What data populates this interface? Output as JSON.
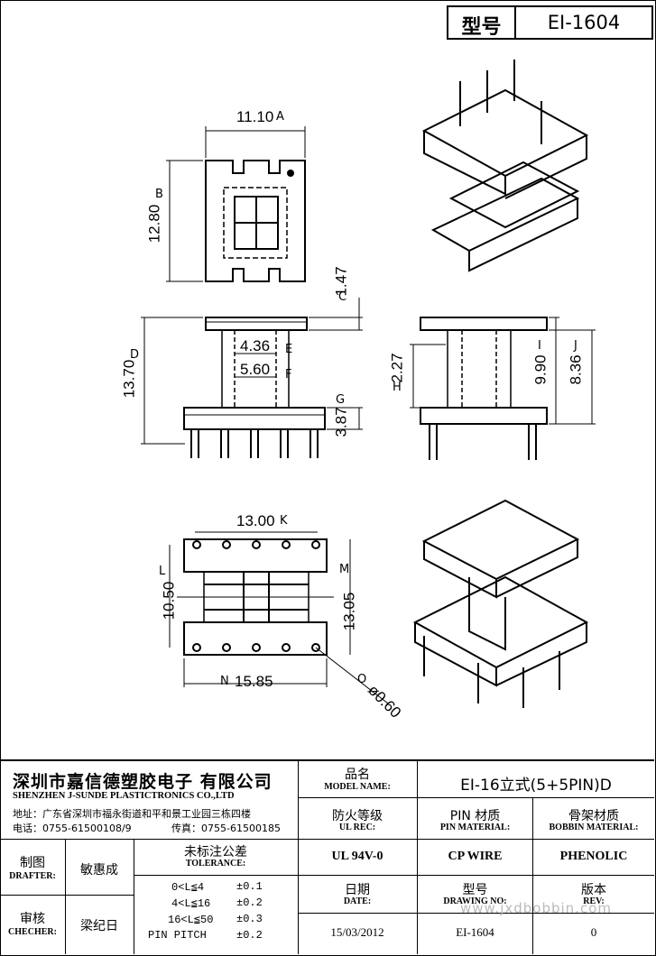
{
  "header": {
    "model_label": "型号",
    "model_value": "EI-1604"
  },
  "dimensions": {
    "a": "11.10",
    "b": "12.80",
    "c": "1.47",
    "d": "13.70",
    "e": "4.36",
    "f": "5.60",
    "g": "3.87",
    "h": "2.27",
    "i": "9.90",
    "j": "8.36",
    "k": "13.00",
    "l": "10.50",
    "m": "13.05",
    "n": "15.85",
    "o": "ø0.60"
  },
  "dimension_markers": [
    "A",
    "B",
    "C",
    "D",
    "E",
    "F",
    "G",
    "H",
    "I",
    "J",
    "K",
    "L",
    "M",
    "N",
    "O"
  ],
  "company": {
    "name_cn": "深圳市嘉信德塑胶电子 有限公司",
    "name_en": "SHENZHEN J-SUNDE PLASTICTRONICS CO.,LTD",
    "address": "地址：广东省深圳市福永街道和平和景工业园三栋四楼",
    "phone": "电话：0755-61500108/9",
    "fax": "传真：0755-61500185"
  },
  "title_block": {
    "model_name_cn": "品名",
    "model_name_en": "MODEL NAME:",
    "model_name_value": "EI-16立式(5+5PIN)D",
    "ul_rec_cn": "防火等级",
    "ul_rec_en": "UL REC:",
    "ul_rec_value": "UL 94V-0",
    "pin_material_cn": "PIN 材质",
    "pin_material_en": "PIN MATERIAL:",
    "pin_material_value": "CP WIRE",
    "bobbin_material_cn": "骨架材质",
    "bobbin_material_en": "BOBBIN MATERIAL:",
    "bobbin_material_value": "PHENOLIC",
    "drafter_cn": "制图",
    "drafter_en": "DRAFTER:",
    "drafter_value": "敏惠成",
    "checker_cn": "审核",
    "checker_en": "CHECHER:",
    "checker_value": "梁纪日",
    "tolerance_cn": "未标注公差",
    "tolerance_en": "TOLERANCE:",
    "tolerances": [
      {
        "range": "0<L≦4",
        "value": "±0.1"
      },
      {
        "range": "4<L≦16",
        "value": "±0.2"
      },
      {
        "range": "16<L≦50",
        "value": "±0.3"
      },
      {
        "range": "PIN PITCH",
        "value": "±0.2"
      }
    ],
    "date_cn": "日期",
    "date_en": "DATE:",
    "date_value": "15/03/2012",
    "drawing_no_cn": "型号",
    "drawing_no_en": "DRAWING NO:",
    "drawing_no_value": "EI-1604",
    "rev_cn": "版本",
    "rev_en": "REV:",
    "rev_value": "0"
  },
  "watermark": "www.jxdbobbin.com"
}
